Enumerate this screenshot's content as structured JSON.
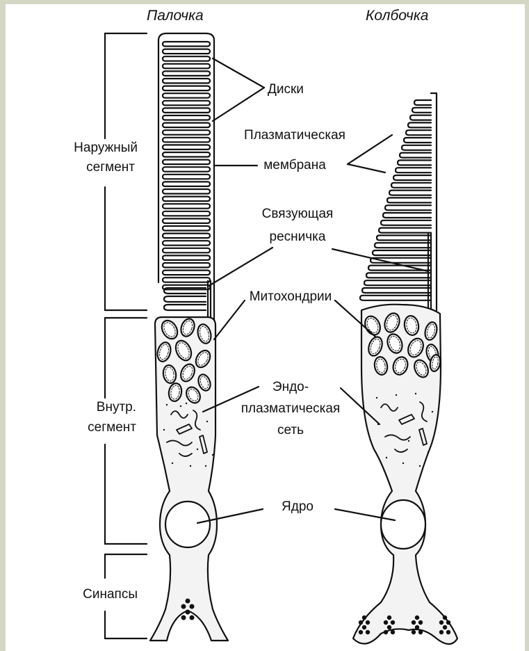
{
  "titles": {
    "rod": "Палочка",
    "cone": "Колбочка"
  },
  "segments": {
    "outer_line1": "Наружный",
    "outer_line2": "сегмент",
    "inner_line1": "Внутр.",
    "inner_line2": "сегмент",
    "synapses": "Синапсы"
  },
  "labels": {
    "discs": "Диски",
    "membrane_line1": "Плазматическая",
    "membrane_line2": "мембрана",
    "cilium_line1": "Связующая",
    "cilium_line2": "ресничка",
    "mitochondria": "Митохондрии",
    "er_line1": "Эндо-",
    "er_line2": "плазматическая",
    "er_line3": "сеть",
    "nucleus": "Ядро"
  },
  "colors": {
    "stroke": "#111111",
    "fill": "#f3f3f3",
    "frame": "#d4d7c3"
  }
}
